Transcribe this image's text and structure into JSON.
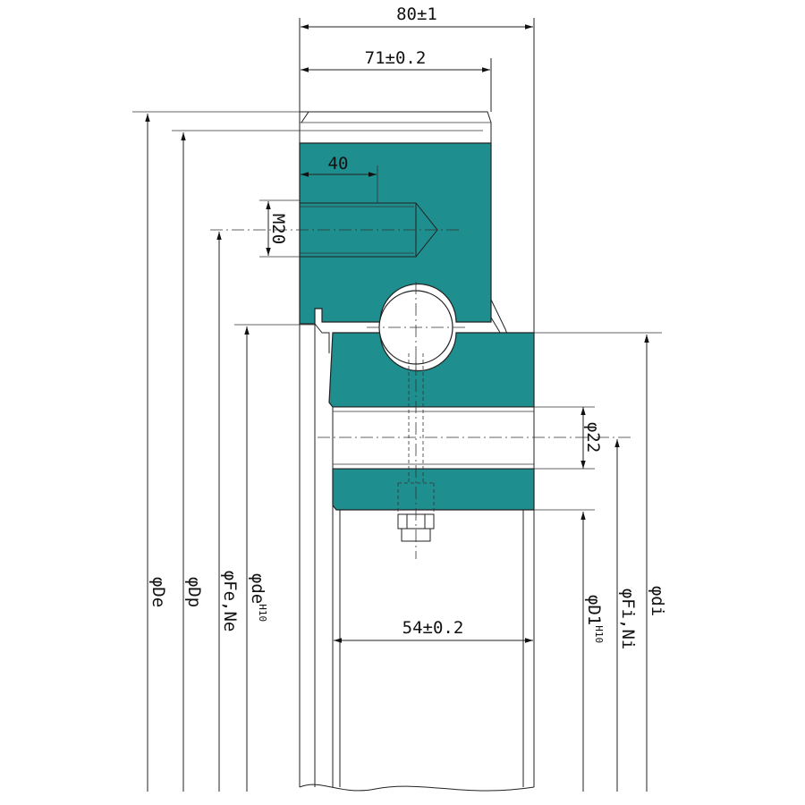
{
  "colors": {
    "section_fill": "#1e8e8e",
    "line": "#222222",
    "background": "#ffffff"
  },
  "dimensions": {
    "overall_width": "80±1",
    "outer_ring_width": "71±0.2",
    "inner_ring_width": "54±0.2",
    "thread_depth": "40",
    "thread": "M20",
    "hole_diameter": "φ22"
  },
  "diameters_left": [
    {
      "main": "φDe",
      "sup": ""
    },
    {
      "main": "φDp",
      "sup": ""
    },
    {
      "main": "φFe,Ne",
      "sup": ""
    },
    {
      "main": "φde",
      "sup": "H10"
    }
  ],
  "diameters_right": [
    {
      "main": "φD1",
      "sup": "H10"
    },
    {
      "main": "φFi,Ni",
      "sup": ""
    },
    {
      "main": "φdi",
      "sup": ""
    }
  ]
}
